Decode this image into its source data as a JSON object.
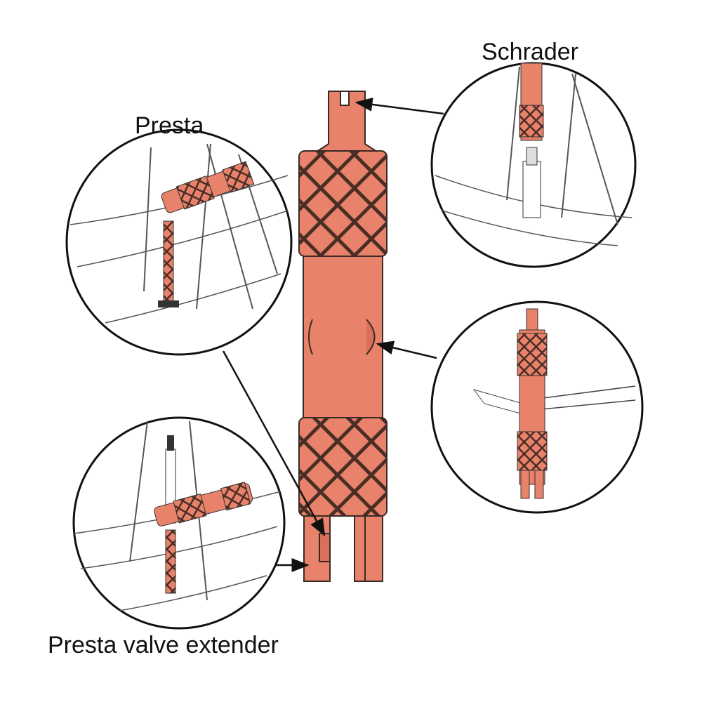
{
  "labels": {
    "schrader": "Schrader",
    "presta": "Presta",
    "extender": "Presta valve extender"
  },
  "colors": {
    "tool": "#e8826a",
    "tool_dark": "#c9604a",
    "outline": "#3a2a25",
    "line": "#111111"
  }
}
